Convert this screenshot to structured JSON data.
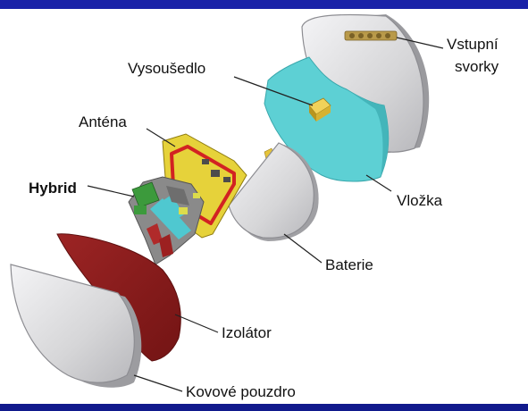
{
  "colors": {
    "frame_top": "#1a22a8",
    "frame_bottom": "#111a8c",
    "case": "#d2d2d4",
    "case_edge": "#8d8d92",
    "insulator": "#8a1c1c",
    "insert": "#5dd0d4",
    "antenna": "#e6d23a",
    "antenna_ring": "#d22222",
    "hybrid_board": "#8a8a8a",
    "hybrid_green": "#3c9a3c",
    "hybrid_cyan": "#4fc8d0"
  },
  "labels": {
    "vstupni_line1": "Vstupní",
    "vstupni_line2": "svorky",
    "vysousedlo": "Vysoušedlo",
    "antena": "Anténa",
    "hybrid": "Hybrid",
    "vlozka": "Vložka",
    "baterie": "Baterie",
    "izolator": "Izolátor",
    "kovove_pouzdro": "Kovové pouzdro"
  }
}
